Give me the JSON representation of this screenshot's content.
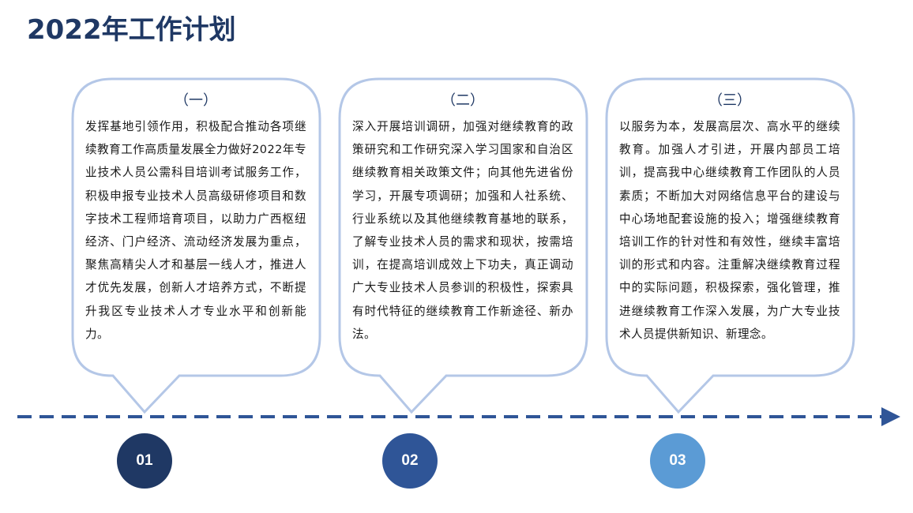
{
  "header": {
    "title": "2022年工作计划"
  },
  "cards": [
    {
      "heading": "（一）",
      "body": "发挥基地引领作用，积极配合推动各项继续教育工作高质量发展全力做好2022年专业技术人员公需科目培训考试服务工作，积极申报专业技术人员高级研修项目和数字技术工程师培育项目，以助力广西枢纽经济、门户经济、流动经济发展为重点，聚焦高精尖人才和基层一线人才，推进人才优先发展，创新人才培养方式，不断提升我区专业技术人才专业水平和创新能力。"
    },
    {
      "heading": "（二）",
      "body": "深入开展培训调研，加强对继续教育的政策研究和工作研究深入学习国家和自治区继续教育相关政策文件；向其他先进省份学习，开展专项调研；加强和人社系统、行业系统以及其他继续教育基地的联系，了解专业技术人员的需求和现状，按需培训，在提高培训成效上下功夫，真正调动广大专业技术人员参训的积极性，探索具有时代特征的继续教育工作新途径、新办法。"
    },
    {
      "heading": "（三）",
      "body": "以服务为本，发展高层次、高水平的继续教育。加强人才引进，开展内部员工培训，提高我中心继续教育工作团队的人员素质；不断加大对网络信息平台的建设与中心场地配套设施的投入；增强继续教育培训工作的针对性和有效性，继续丰富培训的形式和内容。注重解决继续教育过程中的实际问题，积极探索，强化管理，推进继续教育工作深入发展，为广大专业技术人员提供新知识、新理念。"
    }
  ],
  "timeline": {
    "markers": [
      {
        "label": "01",
        "color": "#1f3864"
      },
      {
        "label": "02",
        "color": "#2f5597"
      },
      {
        "label": "03",
        "color": "#5b9bd5"
      }
    ],
    "line_color": "#2f5597"
  },
  "colors": {
    "bubble_border": "#b4c7e7",
    "title": "#1f3864"
  }
}
